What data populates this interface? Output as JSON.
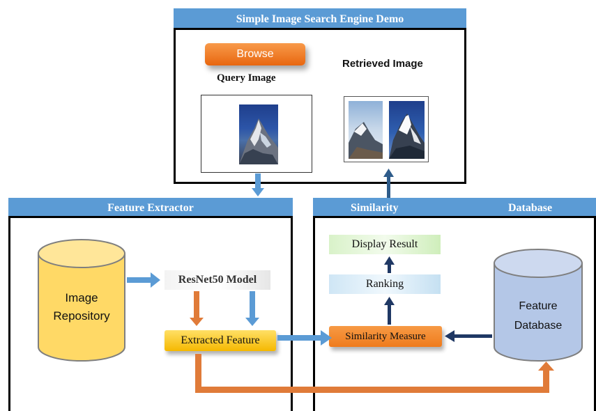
{
  "demo": {
    "title": "Simple Image Search Engine Demo",
    "browse_label": "Browse",
    "query_label": "Query Image",
    "retrieved_label": "Retrieved Image"
  },
  "feature_extractor": {
    "title": "Feature Extractor",
    "repository_label": "Image Repository",
    "model_label": "ResNet50 Model",
    "extracted_label": "Extracted Feature"
  },
  "similarity": {
    "title": "Similarity",
    "database_title": "Database",
    "display_label": "Display Result",
    "ranking_label": "Ranking",
    "measure_label": "Similarity Measure",
    "feature_db_label": "Feature Database"
  },
  "colors": {
    "header_blue": "#5b9bd5",
    "arrow_blue": "#5b9bd5",
    "arrow_orange": "#e07b39",
    "browse_orange": "#f07b1f",
    "cylinder_yellow": "#ffd966",
    "cylinder_blue": "#b4c7e7"
  }
}
